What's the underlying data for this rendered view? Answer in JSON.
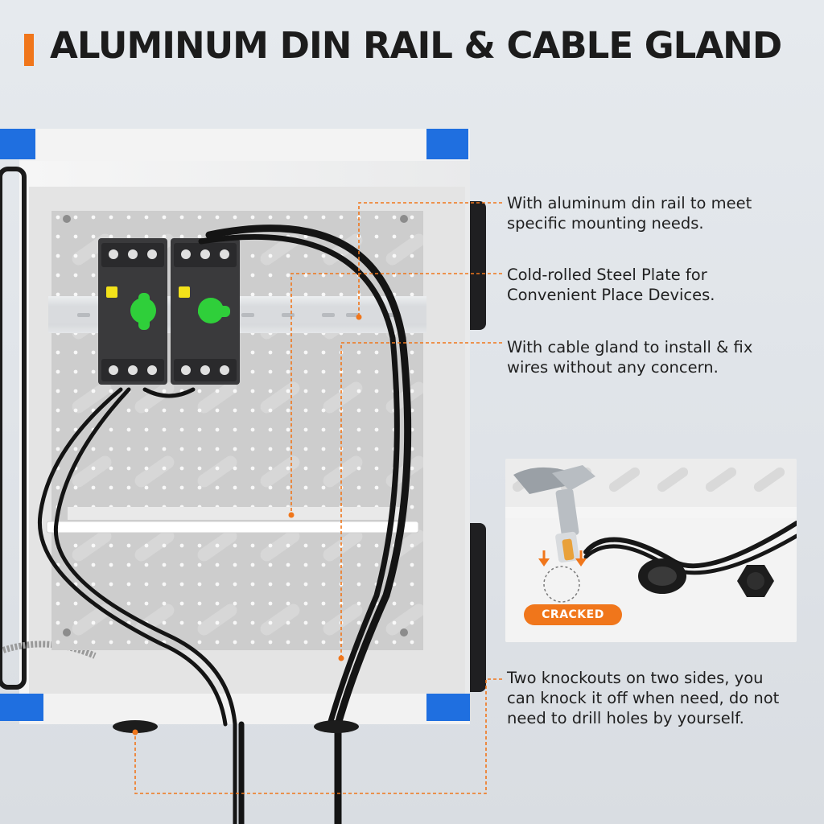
{
  "title": "ALUMINUM DIN RAIL & CABLE GLAND",
  "callouts": [
    {
      "lines": [
        "With aluminum din rail to meet",
        "specific mounting needs."
      ]
    },
    {
      "lines": [
        "Cold-rolled Steel Plate for",
        "Convenient Place Devices."
      ]
    },
    {
      "lines": [
        "With cable gland to install & fix",
        "wires without any concern."
      ]
    },
    {
      "lines": [
        "Two knockouts on two sides, you",
        "can knock it off when need, do not",
        "need to drill holes by yourself."
      ]
    }
  ],
  "inset_label": "CRACKED",
  "colors": {
    "accent": "#f0761b",
    "corner_blue": "#1f6fe0",
    "switch_green": "#2fcf3a",
    "switch_yellow": "#f3e21a",
    "breaker_gray": "#3a3a3c"
  },
  "icons": [
    "hammer-icon",
    "arrow-down-icon"
  ]
}
